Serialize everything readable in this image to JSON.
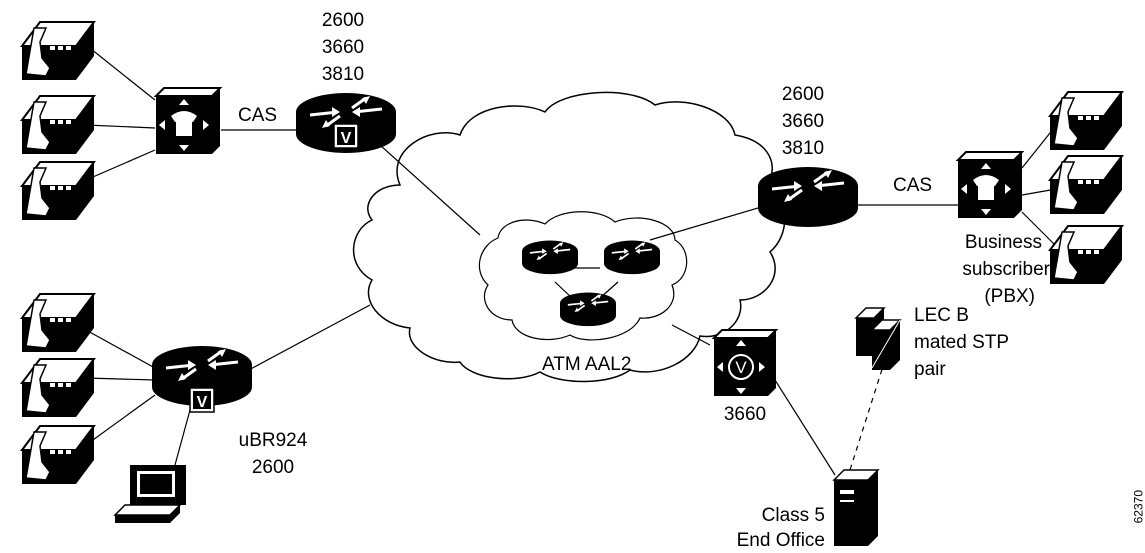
{
  "labels": {
    "router_top": [
      "2600",
      "3660",
      "3810"
    ],
    "router_right": [
      "2600",
      "3660",
      "3810"
    ],
    "cas_left": "CAS",
    "cas_right": "CAS",
    "business": [
      "Business",
      "subscriber",
      "(PBX)"
    ],
    "lec": [
      "LEC B",
      "mated STP",
      "pair"
    ],
    "atm": "ATM AAL2",
    "switch_3660": "3660",
    "ubr": [
      "uBR924",
      "2600"
    ],
    "class5": [
      "Class 5",
      "End Office"
    ],
    "figure_id": "62370"
  },
  "icons": {
    "phone": "telephone-icon",
    "pbx": "pbx-icon",
    "router": "router-icon",
    "voice_router": "voice-router-icon",
    "atm_switch": "atm-voice-switch-icon",
    "stp": "stp-icon",
    "server": "server-icon",
    "computer": "computer-icon",
    "cloud": "cloud-icon"
  },
  "colors": {
    "ink": "#000000",
    "paper": "#ffffff"
  }
}
